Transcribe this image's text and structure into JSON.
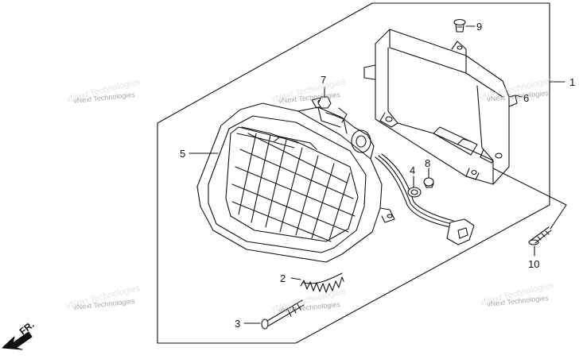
{
  "callouts": {
    "c1": "1",
    "c2": "2",
    "c3": "3",
    "c4": "4",
    "c5": "5",
    "c6": "6",
    "c7": "7",
    "c8": "8",
    "c9": "9",
    "c10": "10"
  },
  "watermark": "vNext Technologies",
  "direction_label": "FR.",
  "line_color": "#111111"
}
